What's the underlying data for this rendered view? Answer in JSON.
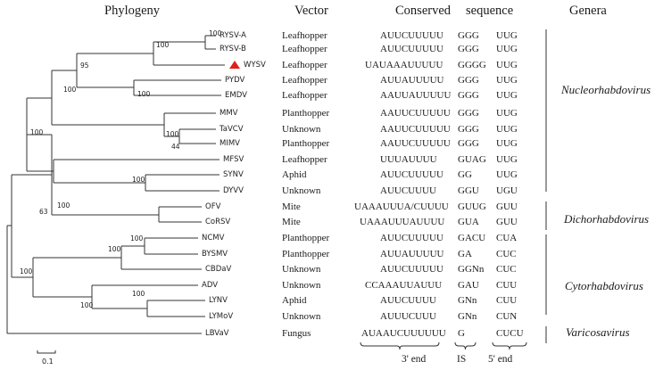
{
  "headers": {
    "phylogeny": "Phylogeny",
    "vector": "Vector",
    "conserved": "Conserved",
    "sequence": "sequence",
    "genera": "Genera"
  },
  "rows": [
    {
      "taxon": "RYSV-A",
      "vector": "Leafhopper",
      "end3": "AUUCUUUUU",
      "is": "GGG",
      "end5": "UUG"
    },
    {
      "taxon": "RYSV-B",
      "vector": "Leafhopper",
      "end3": "AUUCUUUUU",
      "is": "GGG",
      "end5": "UUG"
    },
    {
      "taxon": "WYSV",
      "vector": "Leafhopper",
      "end3": "UAUAAAUUUUU",
      "is": "GGGG",
      "end5": "UUG",
      "marked": true
    },
    {
      "taxon": "PYDV",
      "vector": "Leafhopper",
      "end3": "AUUAUUUUU",
      "is": "GGG",
      "end5": "UUG"
    },
    {
      "taxon": "EMDV",
      "vector": "Leafhopper",
      "end3": "AAUUAUUUUU",
      "is": "GGG",
      "end5": "UUG"
    },
    {
      "taxon": "MMV",
      "vector": "Planthopper",
      "end3": "AAUUCUUUUU",
      "is": "GGG",
      "end5": "UUG"
    },
    {
      "taxon": "TaVCV",
      "vector": "Unknown",
      "end3": "AAUUCUUUUU",
      "is": "GGG",
      "end5": "UUG"
    },
    {
      "taxon": "MIMV",
      "vector": "Planthopper",
      "end3": "AAUUCUUUUU",
      "is": "GGG",
      "end5": "UUG"
    },
    {
      "taxon": "MFSV",
      "vector": "Leafhopper",
      "end3": "UUUAUUUU",
      "is": "GUAG",
      "end5": "UUG"
    },
    {
      "taxon": "SYNV",
      "vector": "Aphid",
      "end3": "AUUCUUUUU",
      "is": "GG",
      "end5": "UUG"
    },
    {
      "taxon": "DYVV",
      "vector": "Unknown",
      "end3": "AUUCUUUU",
      "is": "GGU",
      "end5": "UGU"
    },
    {
      "taxon": "OFV",
      "vector": "Mite",
      "end3": "UAAAUUUA/CUUUU",
      "is": "GUUG",
      "end5": "GUU"
    },
    {
      "taxon": "CoRSV",
      "vector": "Mite",
      "end3": "UAAAUUUAUUUU",
      "is": "GUA",
      "end5": "GUU"
    },
    {
      "taxon": "NCMV",
      "vector": "Planthopper",
      "end3": "AUUCUUUUU",
      "is": "GACU",
      "end5": "CUA"
    },
    {
      "taxon": "BYSMV",
      "vector": "Planthopper",
      "end3": "AUUAUUUUU",
      "is": "GA",
      "end5": "CUC"
    },
    {
      "taxon": "CBDaV",
      "vector": "Unknown",
      "end3": "AUUCUUUUU",
      "is": "GGNn",
      "end5": "CUC"
    },
    {
      "taxon": "ADV",
      "vector": "Unknown",
      "end3": "CCAAAUUAUUU",
      "is": "GAU",
      "end5": "CUU"
    },
    {
      "taxon": "LYNV",
      "vector": "Aphid",
      "end3": "AUUCUUUU",
      "is": "GNn",
      "end5": "CUU"
    },
    {
      "taxon": "LYMoV",
      "vector": "Unknown",
      "end3": "AUUUCUUU",
      "is": "GNn",
      "end5": "CUN"
    },
    {
      "taxon": "LBVaV",
      "vector": "Fungus",
      "end3": "AUAAUCUUUUUU",
      "is": "G",
      "end5": "CUCU"
    }
  ],
  "bootstrap": {
    "ryswpair": "100",
    "rysgroup": "100",
    "wysv_clade": "95",
    "pydv_emdv": "100",
    "upper_nucleo": "100",
    "tavcv_mimv": "100",
    "mmv_group": "44",
    "nucleo_all": "100",
    "synv_dyvv": "100",
    "nucleo_dicho": "63",
    "ofv_corsv": "100",
    "ncmv_bysmv": "100",
    "ncmv_group": "100",
    "lynv_lymov": "100",
    "cyto": "100"
  },
  "genera": [
    {
      "name": "Nucleorhabdovirus"
    },
    {
      "name": "Dichorhabdovirus"
    },
    {
      "name": "Cytorhabdovirus"
    },
    {
      "name": "Varicosavirus"
    }
  ],
  "footer": {
    "end3": "3' end",
    "is": "IS",
    "end5": "5' end"
  },
  "scale": {
    "label": "0.1"
  },
  "colors": {
    "marker": "#e0201c",
    "line": "#333333"
  }
}
